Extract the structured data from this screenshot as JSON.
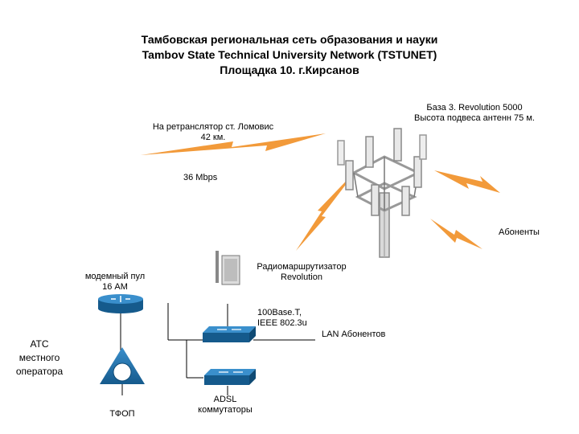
{
  "header": {
    "title_line1": "Тамбовская региональная сеть образования и науки",
    "title_line2": "Tambov State Technical University Network (TSTUNET)",
    "title_line3": "Площадка 10. г.Кирсанов"
  },
  "labels": {
    "relay_line1": "На ретранслятор ст. Ломовис",
    "relay_line2": "42 км.",
    "base_line1": "База 3.  Revolution 5000",
    "base_line2": "Высота подвеса антенн 75 м.",
    "speed": "36 Mbps",
    "subscribers": "Абоненты",
    "radio_router_line1": "Радиомаршрутизатор",
    "radio_router_line2": "Revolution",
    "modem_pool_line1": "модемный пул",
    "modem_pool_line2": "16 АМ",
    "ethernet_line1": "100Base.T,",
    "ethernet_line2": "IEEE 802.3u",
    "lan_subscribers": "LAN Абонентов",
    "atc_line1": "АТС",
    "atc_line2": "местного",
    "atc_line3": "оператора",
    "tfop": "ТФОП",
    "adsl_line1": "ADSL",
    "adsl_line2": "коммутаторы"
  },
  "colors": {
    "device_blue": "#1f6fa8",
    "lightning_orange": "#f29a3a",
    "line": "#000000"
  },
  "icons": {
    "router": "router-icon",
    "switch": "switch-icon",
    "atc": "pbx-triangle-icon",
    "tower": "antenna-tower-icon",
    "panel_antenna": "panel-antenna-icon",
    "lightning": "wireless-link-icon"
  }
}
